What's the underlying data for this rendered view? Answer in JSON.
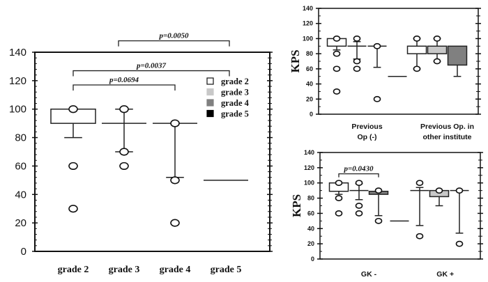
{
  "chart_data": [
    {
      "type": "box",
      "title": "",
      "ylabel": "",
      "ylim": [
        0,
        140
      ],
      "yticks": [
        "0",
        "20",
        "40",
        "60",
        "80",
        "100",
        "120",
        "140"
      ],
      "categories": [
        "grade 2",
        "grade 3",
        "grade 4",
        "grade 5"
      ],
      "legend": {
        "placement": "top-right",
        "entries": [
          {
            "label": "grade 2",
            "color": "#ffffff"
          },
          {
            "label": "grade 3",
            "color": "#c8c8c8"
          },
          {
            "label": "grade 4",
            "color": "#808080"
          },
          {
            "label": "grade 5",
            "color": "#000000"
          }
        ]
      },
      "boxes": [
        {
          "slot": 0,
          "q1": 90,
          "q3": 100,
          "median": 90,
          "whisker_low": 80,
          "whisker_high": 100,
          "outliers": [
            100,
            60,
            30
          ],
          "color": "#ffffff"
        },
        {
          "slot": 1,
          "q1": 90,
          "q3": 90,
          "median": 90,
          "whisker_low": 70,
          "whisker_high": 100,
          "outliers": [
            100,
            70,
            60
          ],
          "color": "#c8c8c8"
        },
        {
          "slot": 2,
          "q1": 90,
          "q3": 90,
          "median": 90,
          "whisker_low": 52,
          "whisker_high": 90,
          "outliers": [
            90,
            50,
            20
          ],
          "color": "#808080"
        },
        {
          "slot": 3,
          "q1": 50,
          "q3": 50,
          "median": 50,
          "whisker_low": 50,
          "whisker_high": 50,
          "outliers": [],
          "color": "#000000"
        }
      ],
      "comparisons": [
        {
          "from": 1,
          "to": 3,
          "label": "p=0.0050",
          "level": 148
        },
        {
          "from": 0,
          "to": 3,
          "label": "p=0.0037",
          "level": 127
        },
        {
          "from": 0,
          "to": 2,
          "label": "p=0.0694",
          "level": 117
        }
      ]
    },
    {
      "type": "box",
      "ylabel": "KPS",
      "ylim": [
        0,
        140
      ],
      "yticks": [
        "0",
        "20",
        "40",
        "60",
        "80",
        "100",
        "120",
        "140"
      ],
      "group_labels": [
        {
          "lines": [
            "Previous",
            "Op (-)"
          ],
          "slot": 1.5
        },
        {
          "lines": [
            "Previous Op. in",
            "other institute"
          ],
          "slot": 5.5
        }
      ],
      "boxes": [
        {
          "slot": 0,
          "q1": 90,
          "q3": 100,
          "median": 90,
          "whisker_low": 85,
          "whisker_high": 90,
          "outliers": [
            100,
            80,
            60,
            30
          ],
          "color": "#ffffff"
        },
        {
          "slot": 1,
          "q1": 90,
          "q3": 90,
          "median": 90,
          "whisker_low": 73,
          "whisker_high": 96,
          "outliers": [
            100,
            70,
            60
          ],
          "color": "#c8c8c8"
        },
        {
          "slot": 2,
          "q1": 90,
          "q3": 90,
          "median": 90,
          "whisker_low": 62,
          "whisker_high": 90,
          "outliers": [
            90,
            20
          ],
          "color": "#808080"
        },
        {
          "slot": 3,
          "q1": 50,
          "q3": 50,
          "median": 50,
          "whisker_low": 50,
          "whisker_high": 50,
          "outliers": [],
          "color": "#000000"
        },
        {
          "slot": 4,
          "q1": 80,
          "q3": 90,
          "median": 80,
          "whisker_low": 60,
          "whisker_high": 100,
          "outliers": [
            100,
            60
          ],
          "color": "#ffffff"
        },
        {
          "slot": 5,
          "q1": 80,
          "q3": 90,
          "median": 80,
          "whisker_low": 70,
          "whisker_high": 100,
          "outliers": [
            100,
            70
          ],
          "color": "#c8c8c8"
        },
        {
          "slot": 6,
          "q1": 65,
          "q3": 90,
          "median": 65,
          "whisker_low": 50,
          "whisker_high": 90,
          "outliers": [],
          "color": "#808080"
        }
      ],
      "comparisons": []
    },
    {
      "type": "box",
      "ylabel": "KPS",
      "ylim": [
        0,
        140
      ],
      "yticks": [
        "0",
        "20",
        "40",
        "60",
        "80",
        "100",
        "120",
        "140"
      ],
      "group_labels": [
        {
          "lines": [
            "GK -"
          ],
          "slot": 1.5
        },
        {
          "lines": [
            "GK +"
          ],
          "slot": 5.3
        }
      ],
      "boxes": [
        {
          "slot": 0,
          "q1": 89,
          "q3": 100,
          "median": 89,
          "whisker_low": 85,
          "whisker_high": 100,
          "outliers": [
            100,
            80,
            60
          ],
          "color": "#ffffff"
        },
        {
          "slot": 1,
          "q1": 90,
          "q3": 90,
          "median": 90,
          "whisker_low": 78,
          "whisker_high": 99,
          "outliers": [
            100,
            70,
            60
          ],
          "color": "#c8c8c8"
        },
        {
          "slot": 2,
          "q1": 85,
          "q3": 89,
          "median": 85,
          "whisker_low": 57,
          "whisker_high": 89,
          "outliers": [
            90,
            50
          ],
          "color": "#808080"
        },
        {
          "slot": 3,
          "q1": 50,
          "q3": 50,
          "median": 50,
          "whisker_low": 50,
          "whisker_high": 50,
          "outliers": [],
          "color": "#000000"
        },
        {
          "slot": 4,
          "q1": 90,
          "q3": 90,
          "median": 90,
          "whisker_low": 44,
          "whisker_high": 94,
          "outliers": [
            100,
            30
          ],
          "color": "#ffffff"
        },
        {
          "slot": 5,
          "q1": 82,
          "q3": 90,
          "median": 82,
          "whisker_low": 70,
          "whisker_high": 90,
          "outliers": [
            90
          ],
          "color": "#c8c8c8"
        },
        {
          "slot": 6,
          "q1": 90,
          "q3": 90,
          "median": 90,
          "whisker_low": 34,
          "whisker_high": 90,
          "outliers": [
            90,
            20
          ],
          "color": "#808080"
        }
      ],
      "comparisons": [
        {
          "from": 0,
          "to": 2,
          "label": "p=0.0430",
          "level": 112
        }
      ]
    }
  ]
}
